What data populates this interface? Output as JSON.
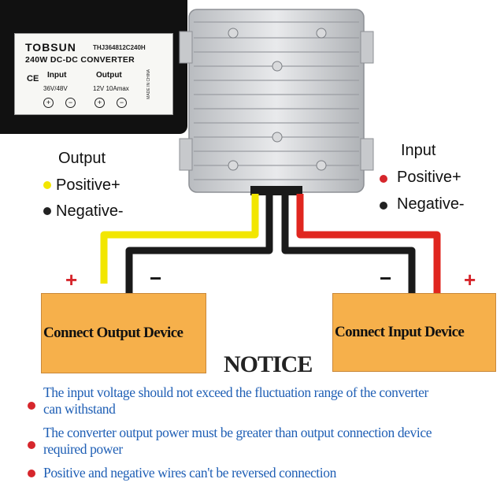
{
  "label_plate": {
    "brand": "TOBSUN",
    "model": "THJ364812C240H",
    "description": "240W DC-DC CONVERTER",
    "ce": "CE",
    "input_heading": "Input",
    "output_heading": "Output",
    "input_value": "36V/48V",
    "output_value": "12V 10Amax",
    "made_in": "MADE IN CHINA",
    "signs": [
      "+",
      "−",
      "+",
      "−"
    ]
  },
  "output_legend": {
    "title": "Output",
    "positive": "Positive+",
    "negative": "Negative-",
    "positive_color": "#f2e600",
    "negative_color": "#222222"
  },
  "input_legend": {
    "title": "Input",
    "positive": "Positive+",
    "negative": "Negative-",
    "positive_color": "#d6262c",
    "negative_color": "#222222"
  },
  "output_device": {
    "label": "Connect Output Device",
    "plus": "+",
    "minus": "−"
  },
  "input_device": {
    "label": "Connect Input Device",
    "plus": "+",
    "minus": "−"
  },
  "wire_colors": {
    "yellow": "#f2e600",
    "black": "#1a1a1a",
    "red": "#e0261f"
  },
  "notice": {
    "title": "NOTICE",
    "items": [
      {
        "line1": "The input voltage  should not exceed the fluctuation range of the converter",
        "line2": "can withstand"
      },
      {
        "line1": "The converter output power must be  greater than output connection device",
        "line2": "required power"
      },
      {
        "line1": "Positive and negative wires can't be  reversed connection",
        "line2": ""
      }
    ]
  }
}
